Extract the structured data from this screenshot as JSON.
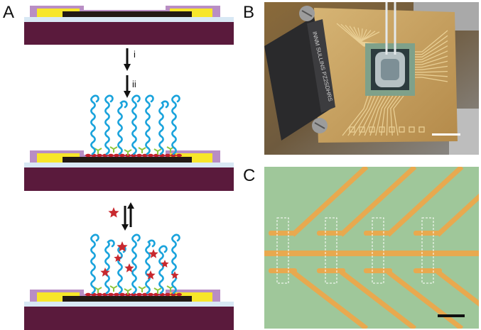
{
  "figure": {
    "panel_a_label": "A",
    "panel_b_label": "B",
    "panel_c_label": "C",
    "step_i": "i",
    "step_ii": "ii",
    "connector_text": "INNM SULLINS PZ2SDHRS"
  },
  "colors": {
    "substrate": "#5a1a3c",
    "insulator_light": "#d8e8f4",
    "electrode_yellow": "#f7e62a",
    "passivation": "#b98ec4",
    "channel_black": "#221a14",
    "polymer_blue": "#1aa3dc",
    "anchor_red": "#c41f2a",
    "linker_green": "#8dc63f",
    "analyte_red": "#c8282e",
    "pcb_gold": "#c9a25e",
    "chip_green": "#8fb58c",
    "micro_bg": "#9fc79a",
    "micro_trace": "#e8a94f"
  }
}
